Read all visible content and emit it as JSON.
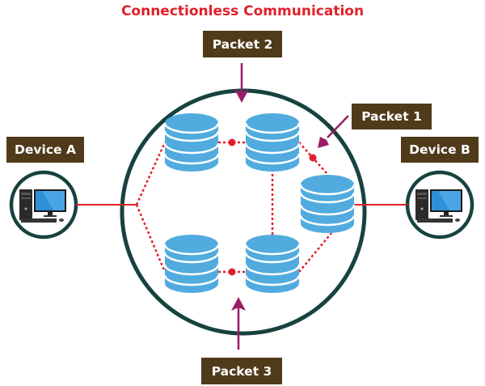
{
  "title": "Connectionless Communication",
  "labels": {
    "packet1": "Packet 1",
    "packet2": "Packet 2",
    "packet3": "Packet 3",
    "device_a": "Device A",
    "device_b": "Device B"
  },
  "colors": {
    "title": "#e0202a",
    "label_bg": "#4f3a1a",
    "label_text": "#ffffff",
    "network_ring": "#17433f",
    "router": "#52abdf",
    "link": "#e0202a",
    "packet_arrow": "#9b1d65"
  },
  "nodes": [
    {
      "id": "router-top-left",
      "type": "router"
    },
    {
      "id": "router-top-middle",
      "type": "router"
    },
    {
      "id": "router-right",
      "type": "router"
    },
    {
      "id": "router-bottom-left",
      "type": "router"
    },
    {
      "id": "router-bottom-middle",
      "type": "router"
    },
    {
      "id": "device-a",
      "type": "computer",
      "label_key": "device_a"
    },
    {
      "id": "device-b",
      "type": "computer",
      "label_key": "device_b"
    }
  ],
  "packets": [
    {
      "label_key": "packet1",
      "between": [
        "router-top-middle",
        "router-right"
      ]
    },
    {
      "label_key": "packet2",
      "between": [
        "router-top-left",
        "router-top-middle"
      ]
    },
    {
      "label_key": "packet3",
      "between": [
        "router-bottom-left",
        "router-bottom-middle"
      ]
    }
  ]
}
